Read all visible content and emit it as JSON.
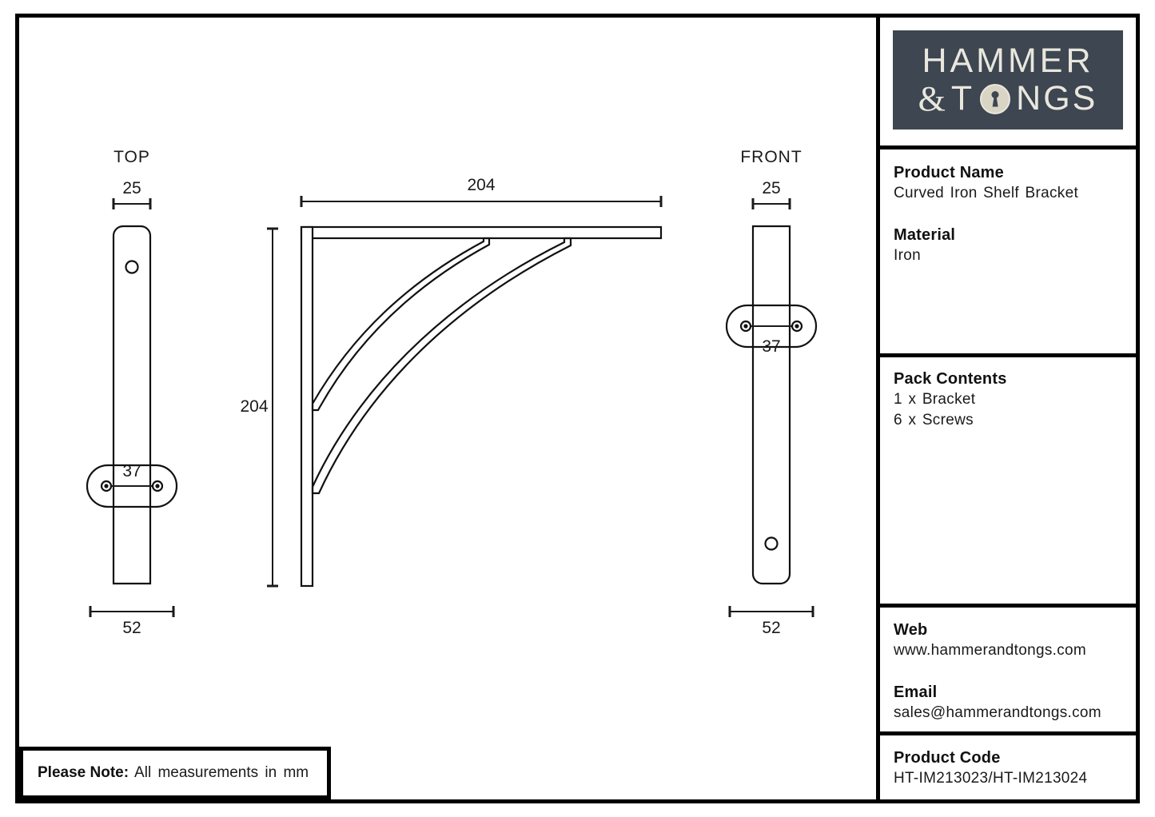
{
  "brand": {
    "logo_line1": "HAMMER",
    "logo_amp": "&",
    "logo_t": "T",
    "logo_gs": "NGS",
    "logo_icon": "keyhole-icon",
    "logo_bg_color": "#3d4651",
    "logo_text_color": "#e9e7dd"
  },
  "info": {
    "product_name_label": "Product Name",
    "product_name_value": "Curved Iron Shelf Bracket",
    "material_label": "Material",
    "material_value": "Iron",
    "pack_contents_label": "Pack Contents",
    "pack_contents_item1": "1 x Bracket",
    "pack_contents_item2": "6 x Screws",
    "web_label": "Web",
    "web_value": "www.hammerandtongs.com",
    "email_label": "Email",
    "email_value": "sales@hammerandtongs.com",
    "product_code_label": "Product Code",
    "product_code_value": "HT-IM213023/HT-IM213024"
  },
  "note": {
    "bold": "Please Note:",
    "text": "All measurements in mm"
  },
  "drawing": {
    "units": "mm",
    "views": {
      "top": {
        "label": "TOP",
        "width_dim": "25",
        "boss_dim": "37",
        "base_dim": "52"
      },
      "side": {
        "horizontal_dim": "204",
        "vertical_dim": "204"
      },
      "front": {
        "label": "FRONT",
        "width_dim": "25",
        "boss_dim": "37",
        "base_dim": "52"
      }
    }
  }
}
